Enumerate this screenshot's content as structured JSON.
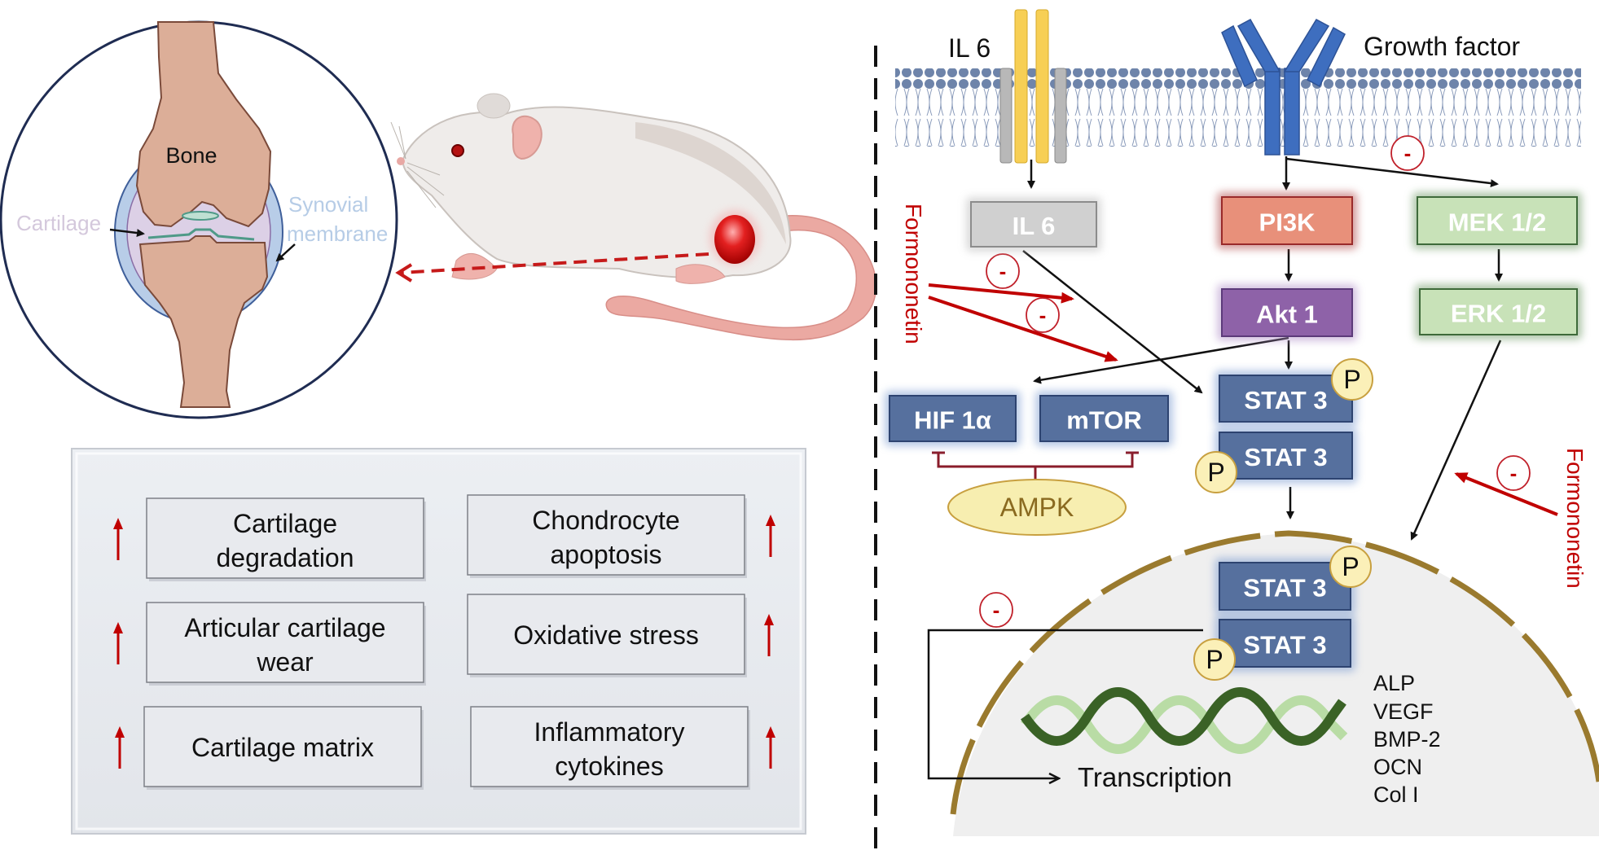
{
  "knee": {
    "bone_label": "Bone",
    "cartilage_label": "Cartilage",
    "synovial_label_line1": "Synovial",
    "synovial_label_line2": "membrane"
  },
  "effects_panel": {
    "items": [
      {
        "line1": "Cartilage",
        "line2": "degradation",
        "direction": "up"
      },
      {
        "line1": "Chondrocyte",
        "line2": "apoptosis",
        "direction": "up"
      },
      {
        "line1": "Articular cartilage",
        "line2": "wear",
        "direction": "up"
      },
      {
        "line1": "Oxidative stress",
        "line2": "",
        "direction": "up"
      },
      {
        "line1": "Cartilage matrix",
        "line2": "",
        "direction": "up"
      },
      {
        "line1": "Inflammatory",
        "line2": "cytokines",
        "direction": "up"
      }
    ]
  },
  "pathway": {
    "receptor_il6_label": "IL 6",
    "receptor_gf_label": "Growth factor",
    "nodes": {
      "il6": "IL 6",
      "pi3k": "PI3K",
      "mek": "MEK 1/2",
      "akt": "Akt 1",
      "erk": "ERK 1/2",
      "hif": "HIF 1α",
      "mtor": "mTOR",
      "ampk": "AMPK",
      "stat3": "STAT 3",
      "phospho": "P"
    },
    "inhibitor_left": "Formononetin",
    "inhibitor_right": "Formononetin",
    "inhibit_symbol": "-",
    "transcription_label": "Transcription",
    "genes": [
      "ALP",
      "VEGF",
      "BMP-2",
      "OCN",
      "Col I"
    ]
  },
  "colors": {
    "pi3k": "#e8907a",
    "akt": "#8e62a8",
    "mek_erk": "#c8e2b8",
    "stat_hif": "#56709e",
    "il6_box": "#d0d0d0",
    "ampk": "#f7eeb0",
    "inhibitor_red": "#c00000",
    "nucleus_envelope": "#9a7a2e",
    "dna_dark": "#3a6226",
    "dna_light": "#b9dca5"
  }
}
